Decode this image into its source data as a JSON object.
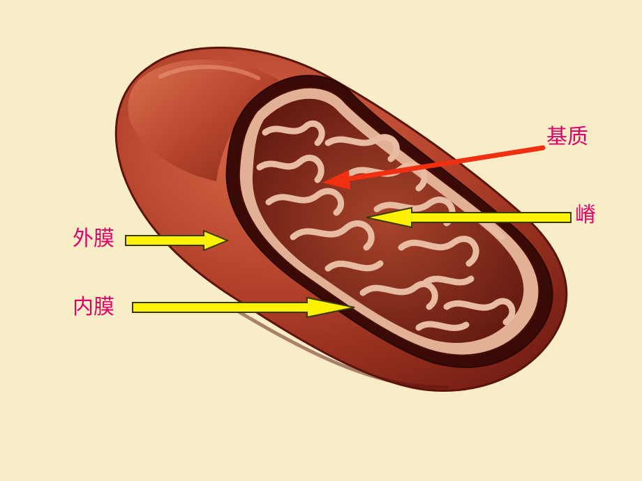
{
  "labels": {
    "matrix": "基质",
    "cristae": "嵴",
    "outer_membrane": "外膜",
    "inner_membrane": "内膜"
  },
  "colors": {
    "background": "#f8edc7",
    "label_text": "#e0006a",
    "arrow_matrix": "#f03010",
    "arrow_yellow_fill": "#fff200",
    "arrow_yellow_stroke": "#3a3a00",
    "membrane_outer": "#a8341c",
    "membrane_dark": "#4a0e08",
    "cristae_light": "#e6b49a",
    "matrix_fill": "#8a2a1a"
  },
  "icons": {
    "organelle": "mitochondrion-illustration"
  }
}
